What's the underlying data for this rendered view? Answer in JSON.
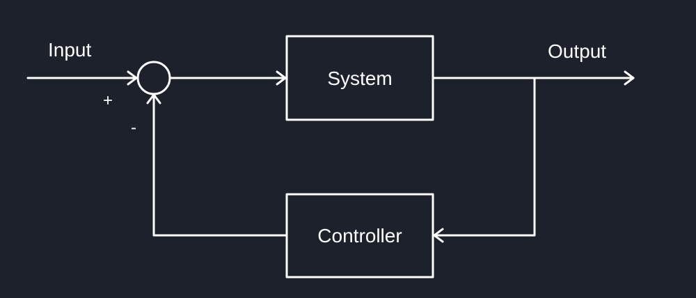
{
  "colors": {
    "background": "#1c212c",
    "stroke": "#ffffff",
    "text": "#ffffff"
  },
  "labels": {
    "input": "Input",
    "output": "Output",
    "plus": "+",
    "minus": "-"
  },
  "blocks": {
    "system": "System",
    "controller": "Controller"
  }
}
